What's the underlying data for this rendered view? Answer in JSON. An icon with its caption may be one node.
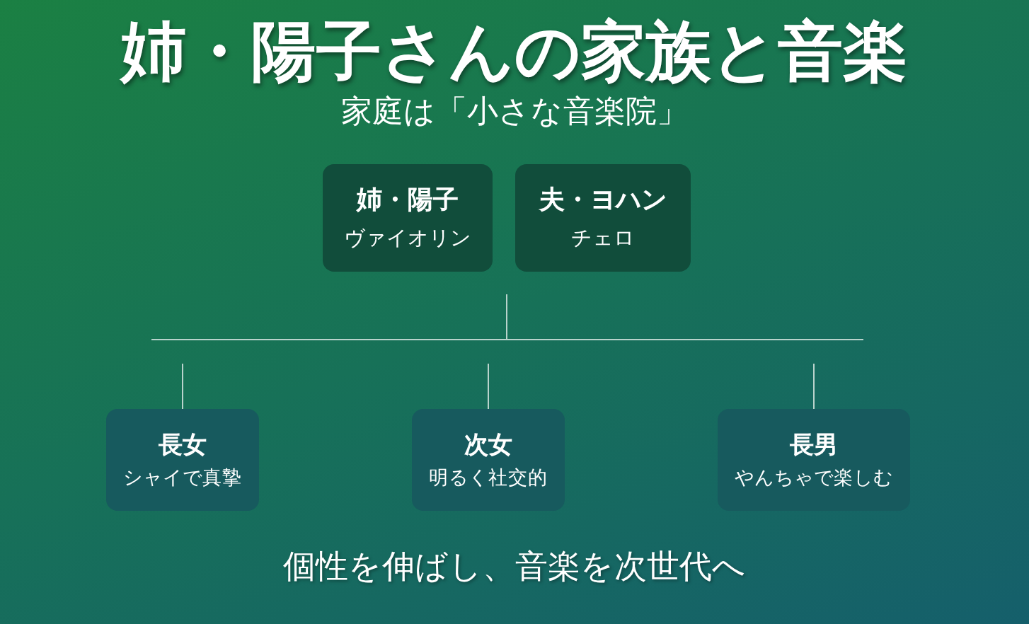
{
  "diagram": {
    "title": "姉・陽子さんの家族と音楽",
    "nodes": [
      {
        "text": [
          "姉・陽子",
          "ヴァイオリン"
        ]
      },
      {
        "text": [
          "夫・ヨハン",
          "チェロ"
        ]
      },
      {
        "text": [
          "長女",
          "シャイで真摯"
        ]
      },
      {
        "text": [
          "次女",
          "明るく社交的"
        ]
      },
      {
        "text": [
          "長男",
          "やんちゃで楽しむ"
        ]
      }
    ],
    "edges": [
      {
        "from": null,
        "to": 2,
        "arrow": "none"
      },
      {
        "from": null,
        "to": 3,
        "arrow": "none"
      },
      {
        "from": null,
        "to": 4,
        "arrow": "none"
      }
    ],
    "labels": [
      "家庭は「小さな音楽院」"
    ],
    "caption": "個性を伸ばし、音楽を次世代へ"
  }
}
